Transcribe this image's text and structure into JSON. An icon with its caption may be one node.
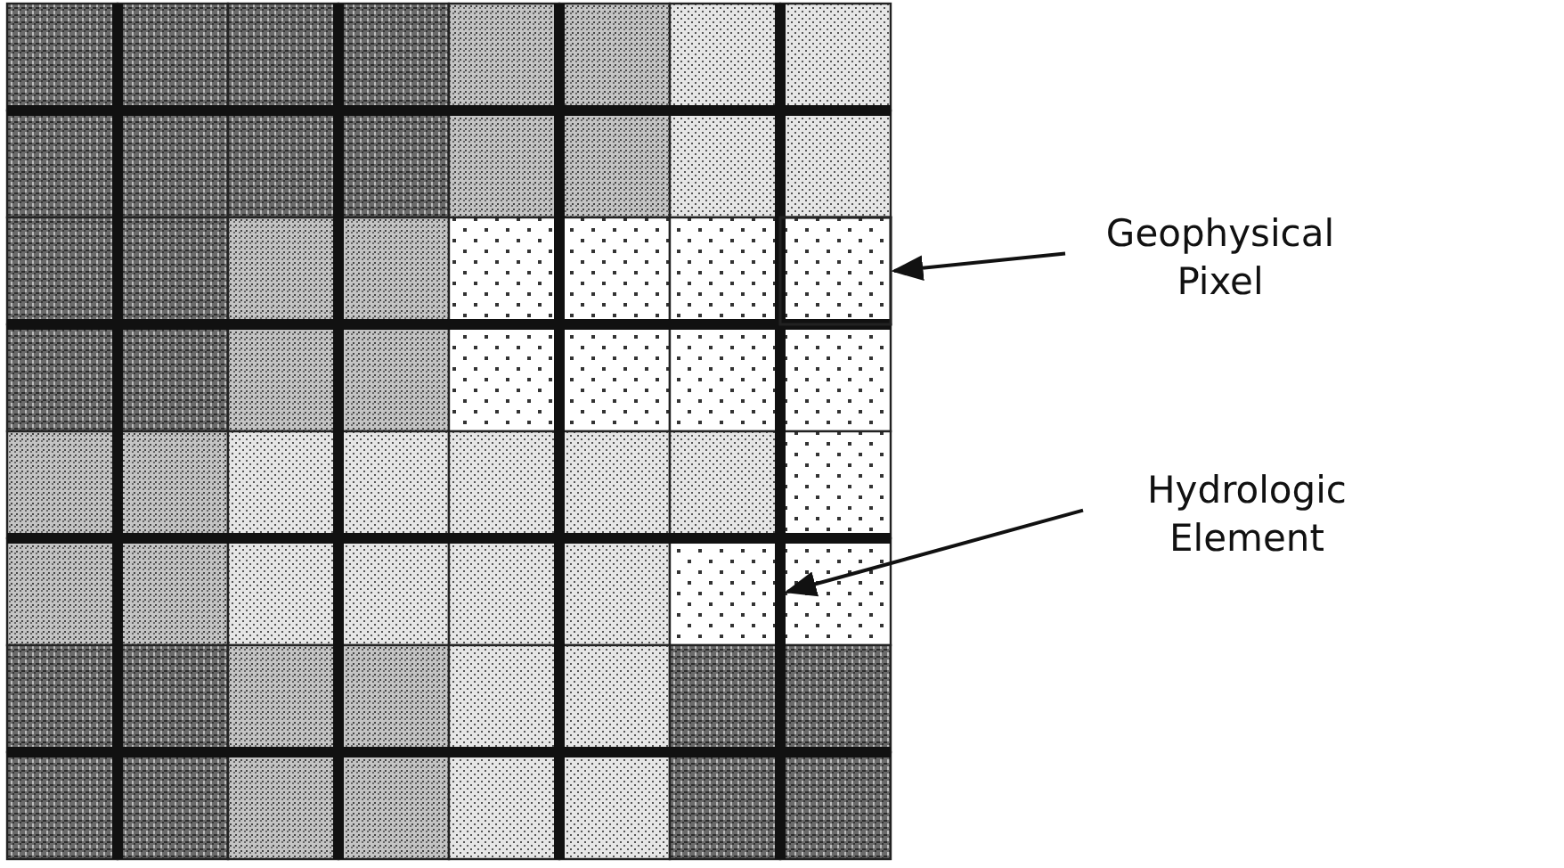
{
  "diagram": {
    "nodes": [
      {
        "text": [
          "Geophysical Pixel"
        ]
      },
      {
        "text": [],
        "shape": "box"
      },
      {
        "text": [
          "Hydrologic Element"
        ]
      }
    ],
    "edges": [
      {
        "from": 0,
        "to": 1,
        "arrow": "to"
      },
      {
        "from": 2,
        "to": null,
        "arrow": "to"
      }
    ]
  }
}
